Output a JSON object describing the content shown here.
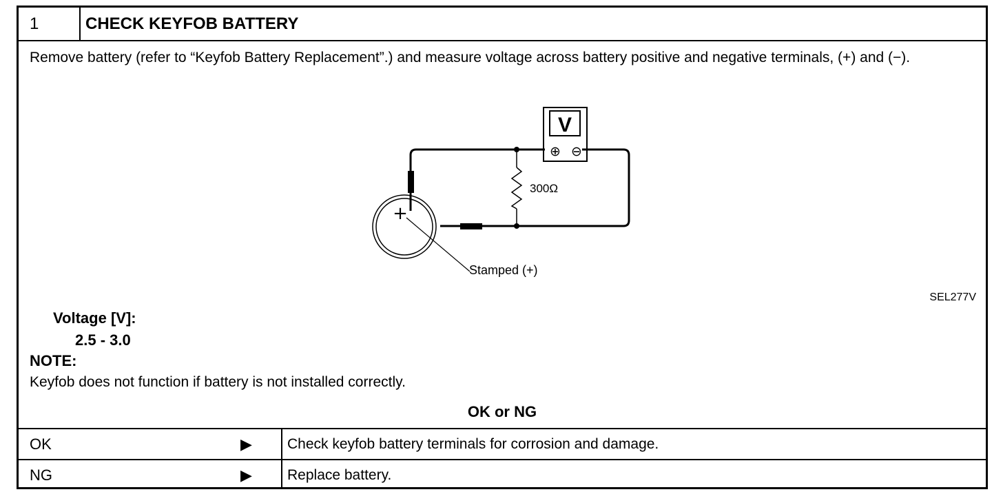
{
  "step": {
    "number": "1",
    "title": "CHECK KEYFOB BATTERY"
  },
  "instruction": "Remove battery (refer to “Keyfob Battery Replacement”.) and measure voltage across battery positive and negative terminals, (+) and (−).",
  "diagram": {
    "meter_symbol": "V",
    "meter_plus": "⊕",
    "meter_minus": "⊖",
    "resistor_label": "300Ω",
    "battery_plus": "+",
    "stamped_label": "Stamped  (+)",
    "figure_code": "SEL277V"
  },
  "spec": {
    "label": "Voltage [V]:",
    "value": "2.5 - 3.0"
  },
  "note": {
    "label": "NOTE:",
    "text": "Keyfob does not function if battery is not installed correctly."
  },
  "result": {
    "heading": "OK or NG",
    "rows": [
      {
        "result": "OK",
        "arrow": "▶",
        "action": "Check keyfob battery terminals for corrosion and damage."
      },
      {
        "result": "NG",
        "arrow": "▶",
        "action": "Replace battery."
      }
    ]
  }
}
